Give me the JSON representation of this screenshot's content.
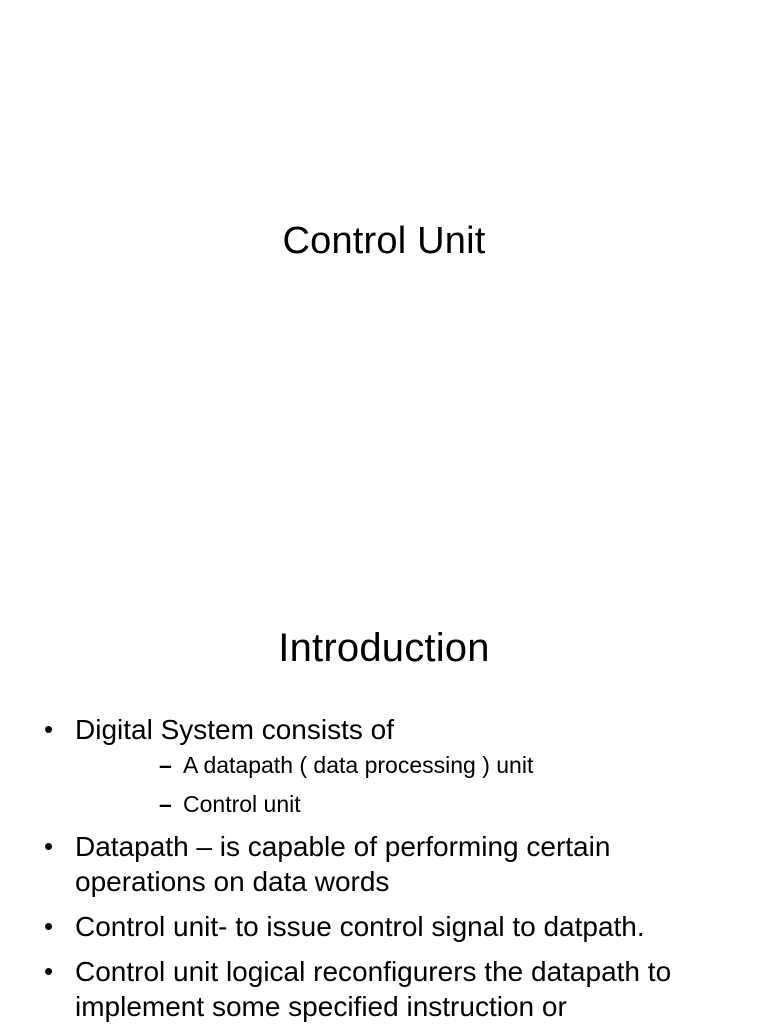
{
  "slides": [
    {
      "title": "Control Unit"
    },
    {
      "title": "Introduction",
      "bullets": [
        {
          "text": "Digital System consists of",
          "sub": [
            "A datapath ( data processing ) unit",
            "Control unit"
          ]
        },
        {
          "text": "Datapath – is capable of performing certain operations on data words"
        },
        {
          "text": "Control unit- to issue control signal to datpath."
        },
        {
          "text": "Control unit logical reconfigurers the datapath to implement some specified instruction or"
        }
      ]
    }
  ]
}
